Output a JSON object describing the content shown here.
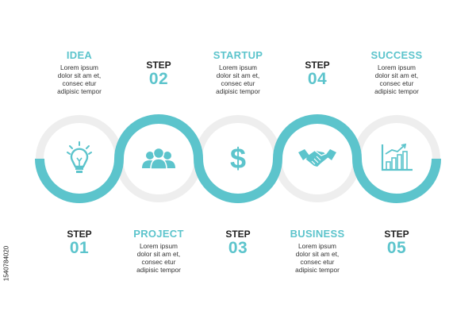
{
  "colors": {
    "accent": "#5cc4cc",
    "ring": "#eeeeee",
    "text": "#333333",
    "step_label": "#222222"
  },
  "nodes": [
    {
      "title": "IDEA",
      "position": "top",
      "icon": "lightbulb-icon",
      "step": "STEP",
      "number": "01",
      "body": [
        "Lorem ipsum",
        "dolor sit am et,",
        "consec etur",
        "adipisic tempor"
      ]
    },
    {
      "title": "PROJECT",
      "position": "bottom",
      "icon": "team-icon",
      "step": "STEP",
      "number": "02",
      "body": [
        "Lorem ipsum",
        "dolor sit am et,",
        "consec etur",
        "adipisic tempor"
      ]
    },
    {
      "title": "STARTUP",
      "position": "top",
      "icon": "dollar-icon",
      "step": "STEP",
      "number": "03",
      "body": [
        "Lorem ipsum",
        "dolor sit am et,",
        "consec etur",
        "adipisic tempor"
      ]
    },
    {
      "title": "BUSINESS",
      "position": "bottom",
      "icon": "handshake-icon",
      "step": "STEP",
      "number": "04",
      "body": [
        "Lorem ipsum",
        "dolor sit am et,",
        "consec etur",
        "adipisic tempor"
      ]
    },
    {
      "title": "SUCCESS",
      "position": "top",
      "icon": "growth-chart-icon",
      "step": "STEP",
      "number": "05",
      "body": [
        "Lorem ipsum",
        "dolor sit am et,",
        "consec etur",
        "adipisic tempor"
      ]
    }
  ],
  "stock_id": "1540784020"
}
